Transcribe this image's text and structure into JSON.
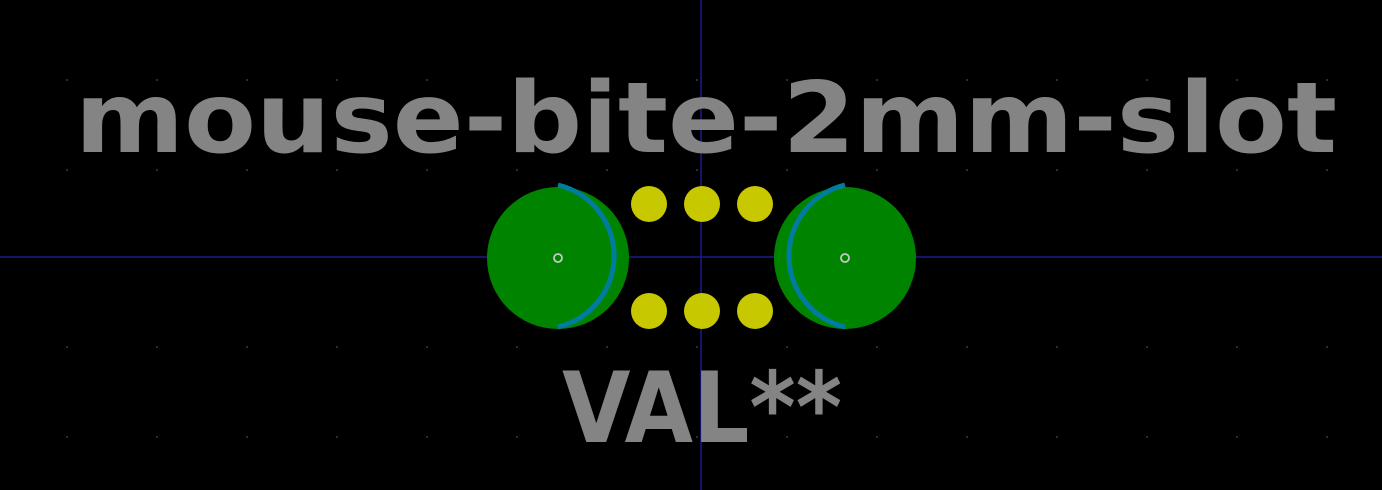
{
  "footprint": {
    "reference_label": "mouse-bite-2mm-slot",
    "value_label": "VAL**",
    "holes_per_row": 3,
    "rows": 2
  },
  "colors": {
    "background": "#000000",
    "axis": "#1a1a8c",
    "grid_dot": "#3a3a3a",
    "silkscreen_text": "#848484",
    "pad": "#008400",
    "pad_center": "#c8c8c8",
    "edge_arc": "#007ca0",
    "npth_hole": "#c8c800"
  }
}
